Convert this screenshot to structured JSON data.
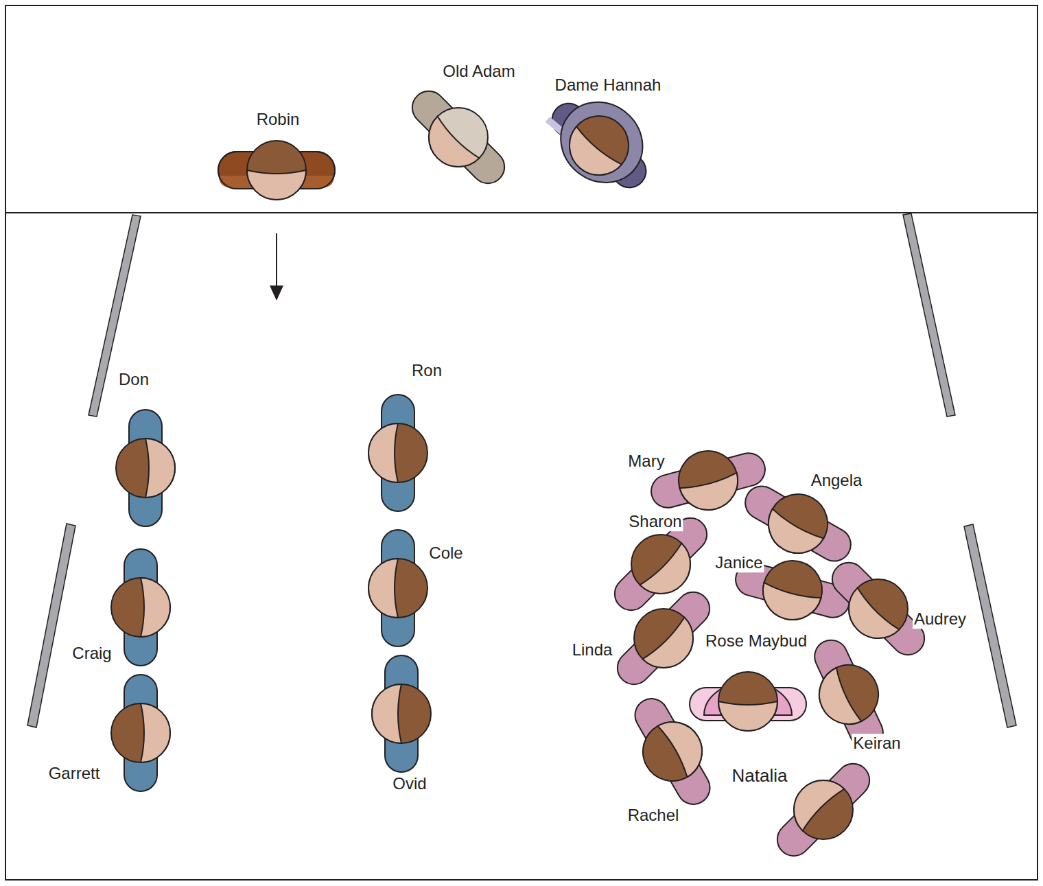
{
  "diagram": {
    "labels": [
      "Robin",
      "Old Adam",
      "Dame Hannah",
      "Don",
      "Ron",
      "Mary",
      "Angela",
      "Sharon",
      "Janice",
      "Cole",
      "Craig",
      "Linda",
      "Rose Maybud",
      "Audrey",
      "Garrett",
      "Ovid",
      "Natalia",
      "Keiran",
      "Rachel"
    ]
  }
}
